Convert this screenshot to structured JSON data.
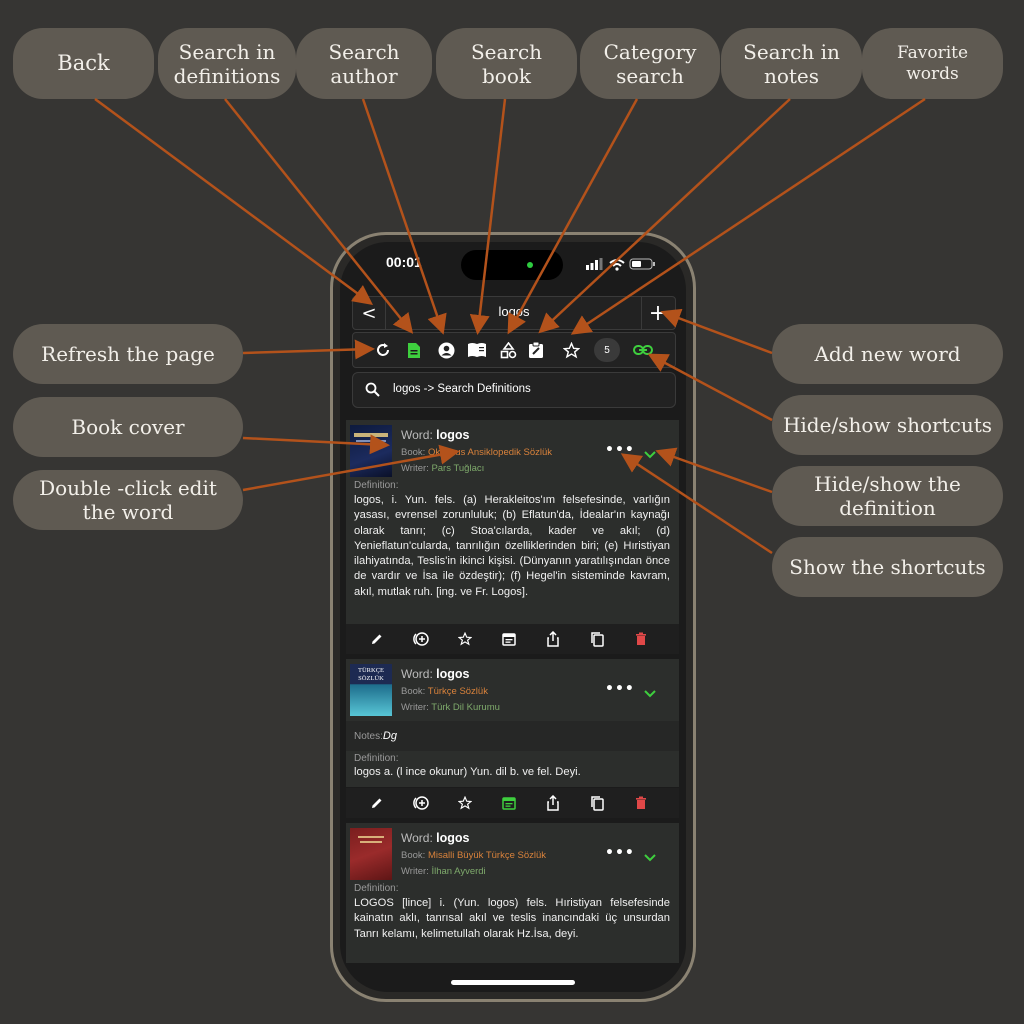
{
  "callouts": {
    "back": "Back",
    "search_definitions": "Search in definitions",
    "search_author": "Search author",
    "search_book": "Search book",
    "category_search": "Category search",
    "search_notes": "Search in notes",
    "favorite_words": "Favorite words",
    "refresh_page": "Refresh the page",
    "book_cover": "Book cover",
    "double_click_edit": "Double -click edit the word",
    "add_new_word": "Add new word",
    "hide_show_shortcuts": "Hide/show shortcuts",
    "hide_show_definition": "Hide/show the definition",
    "show_shortcuts": "Show the shortcuts"
  },
  "status": {
    "time": "00:01"
  },
  "header": {
    "title": "logos",
    "back_label": "<",
    "add_label": "+"
  },
  "toolbar": {
    "count": "5"
  },
  "search": {
    "text": "logos -> Search Definitions"
  },
  "labels": {
    "word": "Word:",
    "book": "Book:",
    "writer": "Writer:",
    "definition": "Definition:",
    "notes": "Notes:"
  },
  "cards": [
    {
      "word": "logos",
      "book": "Okyanus Ansiklopedik Sözlük",
      "writer": "Pars Tuğlacı",
      "definition": "logos, i. Yun. fels. (a) Herakleitos'ım felsefesinde, varlığın yasası, evrensel zorunluluk; (b) Eflatun'da, İdealar'ın kaynağı olarak tanrı; (c) Stoa'cılarda, kader ve akıl; (d) Yenieflatun'cularda, tanrılığın özelliklerinden biri; (e) Hıristiyan ilahiyatında, Teslis'in ikinci kişisi. (Dünyanın yaratılışından önce de vardır ve İsa ile özdeştir); (f) Hegel'in sisteminde kavram, akıl, mutlak ruh. [ing. ve Fr. Logos]."
    },
    {
      "word": "logos",
      "book": "Türkçe Sözlük",
      "writer": "Türk Dil Kurumu",
      "notes": "Dg",
      "cover_text": "TÜRKÇE SÖZLÜK",
      "definition": "logos a. (l ince okunur) Yun. dil b. ve fel. Deyi."
    },
    {
      "word": "logos",
      "book": "Misalli Büyük Türkçe Sözlük",
      "writer": "İlhan Ayverdi",
      "definition": "LOGOS [lince] i. (Yun. logos) fels. Hıristiyan felsefesinde kainatın aklı, tanrısal akıl ve teslis inancındaki üç unsurdan Tanrı kelamı, kelimetullah olarak Hz.İsa, deyi."
    }
  ],
  "colors": {
    "green": "#3ecf3e",
    "orange": "#d9823b",
    "red": "#e04848",
    "arrow": "#b3521b",
    "callout": "#5f5a52"
  }
}
